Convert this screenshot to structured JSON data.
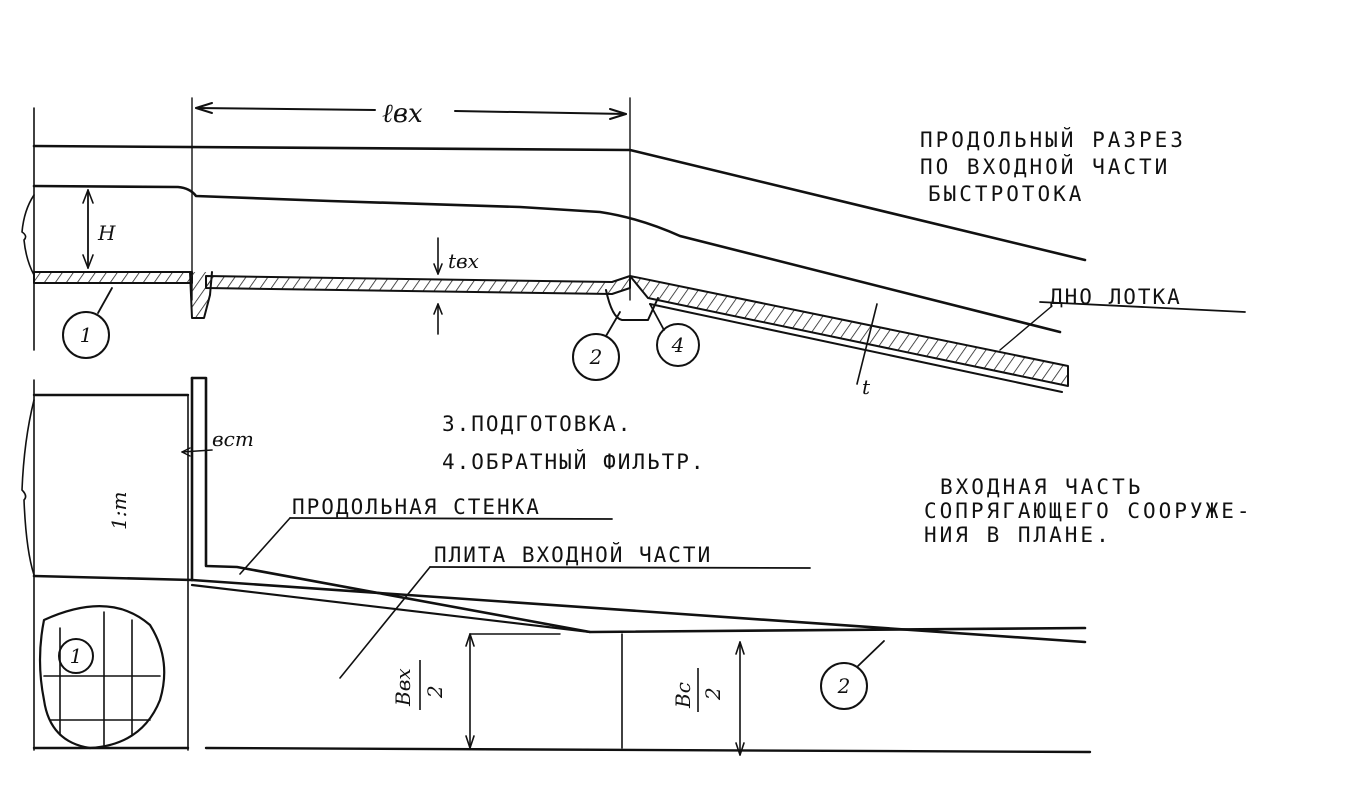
{
  "title_block": {
    "line1": "ПРОДОЛЬНЫЙ РАЗРЕЗ",
    "line2": "ПО ВХОДНОЙ ЧАСТИ",
    "line3": "БЫСТРОТОКА"
  },
  "plan_caption": {
    "line1": "ВХОДНАЯ ЧАСТЬ",
    "line2": "СОПРЯГАЮЩЕГО СООРУЖЕ-",
    "line3": "НИЯ В ПЛАНЕ."
  },
  "notes": {
    "note3": "3.ПОДГОТОВКА.",
    "note4": "4.ОБРАТНЫЙ ФИЛЬТР."
  },
  "labels": {
    "channel_bottom": "ДНО ЛОТКА",
    "longitudinal_wall": "ПРОДОЛЬНАЯ СТЕНКА",
    "inlet_slab": "ПЛИТА ВХОДНОЙ ЧАСТИ"
  },
  "dimensions": {
    "inlet_length": "ℓвх",
    "depth": "H",
    "slab_thickness_inlet": "tвх",
    "slab_thickness": "t",
    "wall_thickness": "вст",
    "slope": "1:m",
    "half_width_inlet_num": "Bвх",
    "half_width_inlet_den": "2",
    "half_width_num": "Bс",
    "half_width_den": "2"
  },
  "callouts": {
    "c1": "1",
    "c2": "2",
    "c4": "4",
    "plan_c1": "1",
    "plan_c2": "2"
  }
}
